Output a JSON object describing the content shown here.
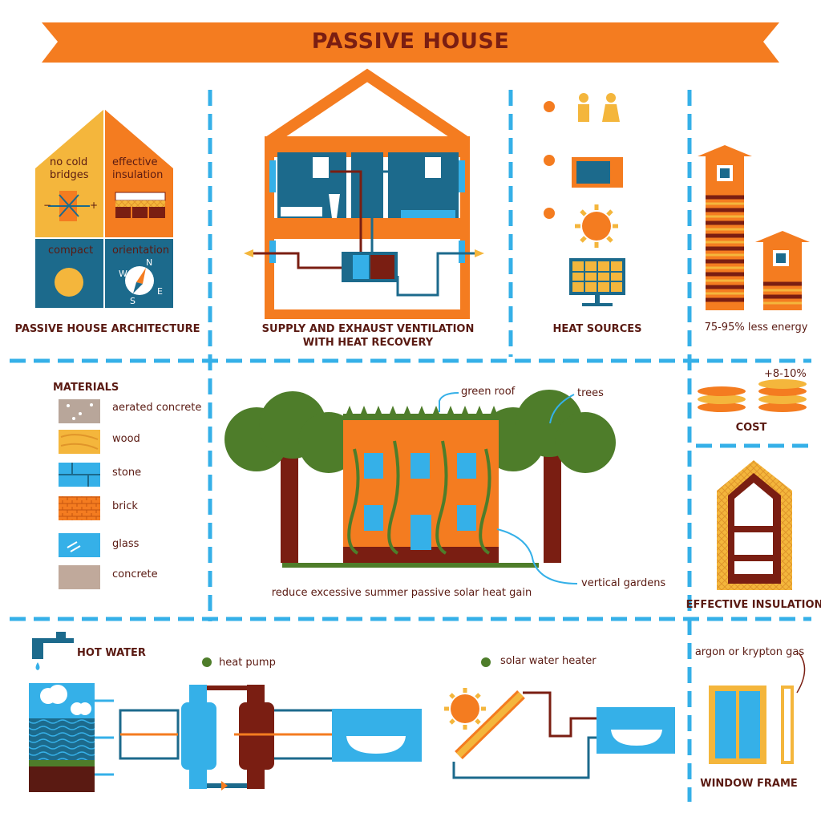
{
  "title": "PASSIVE HOUSE",
  "architecture": {
    "caption": "PASSIVE HOUSE ARCHITECTURE",
    "q1_line1": "no cold",
    "q1_line2": "bridges",
    "q2_line1": "effective",
    "q2_line2": "insulation",
    "q3": "compact",
    "q4": "orientation",
    "compass_n": "N",
    "compass_w": "W",
    "compass_e": "E",
    "compass_s": "S",
    "minus": "−",
    "plus": "+"
  },
  "ventilation": {
    "caption_line1": "SUPPLY AND EXHAUST VENTILATION",
    "caption_line2": "WITH HEAT RECOVERY"
  },
  "heat_sources": {
    "caption": "HEAT SOURCES"
  },
  "energy": {
    "caption": "75-95% less energy"
  },
  "materials": {
    "heading": "MATERIALS",
    "items": [
      "aerated concrete",
      "wood",
      "stone",
      "brick",
      "glass",
      "concrete"
    ]
  },
  "center": {
    "green_roof": "green roof",
    "trees": "trees",
    "vertical_gardens": "vertical gardens",
    "caption": "reduce excessive summer passive solar heat gain"
  },
  "cost": {
    "caption": "COST",
    "value": "+8-10%"
  },
  "insulation": {
    "caption": "EFFECTIVE INSULATION"
  },
  "hot_water": {
    "heading": "HOT WATER",
    "heat_pump": "heat pump",
    "solar_water_heater": "solar water heater"
  },
  "window": {
    "gas": "argon or krypton gas",
    "caption": "WINDOW FRAME"
  },
  "colors": {
    "orange": "#f47c20",
    "dark_red": "#7a1e12",
    "blue": "#1c6a8c",
    "light_blue": "#35b0e8",
    "yellow": "#f4b63c",
    "green": "#4e7d2a",
    "divider": "#35b0e8"
  }
}
